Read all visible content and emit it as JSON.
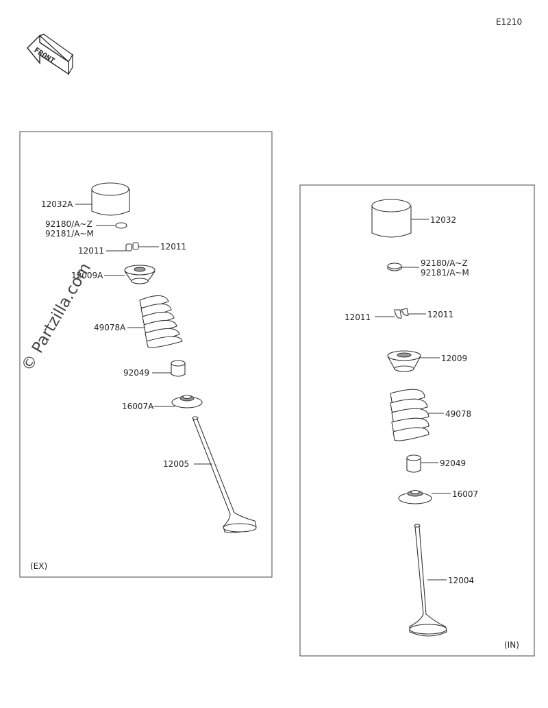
{
  "diagram_code": "E1210",
  "front_badge": "FRONT",
  "watermark": "© Partzilla.com",
  "exhaust": {
    "label": "(EX)",
    "parts": {
      "tappet": "12032A",
      "shim_1": "92180/A~Z",
      "shim_2": "92181/A~M",
      "cotter_left": "12011",
      "cotter_right": "12011",
      "retainer": "12009A",
      "spring": "49078A",
      "seal": "92049",
      "spring_seat": "16007A",
      "valve": "12005"
    }
  },
  "intake": {
    "label": "(IN)",
    "parts": {
      "tappet": "12032",
      "shim_1": "92180/A~Z",
      "shim_2": "92181/A~M",
      "cotter_left": "12011",
      "cotter_right": "12011",
      "retainer": "12009",
      "spring": "49078",
      "seal": "92049",
      "spring_seat": "16007",
      "valve": "12004"
    }
  }
}
